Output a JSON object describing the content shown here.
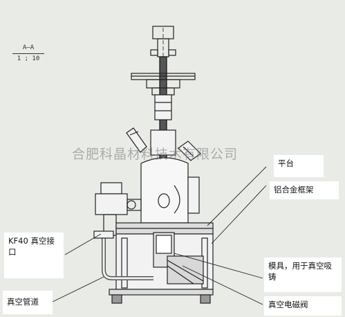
{
  "section_view": {
    "name": "A–A",
    "scale": "1 ; 10"
  },
  "watermark": "合肥科晶材料技术有限公司",
  "callouts": {
    "platform": "平台",
    "aluminum_frame": "铝合金框架",
    "kf40_interface": "KF40 真空接口",
    "mold": "模具，用于真空吸铸",
    "vacuum_pipe": "真空管道",
    "vacuum_valve": "真空电磁阀"
  },
  "colors": {
    "background": "#e8ebe6",
    "line": "#222222",
    "callout_bg": "#ffffff"
  }
}
